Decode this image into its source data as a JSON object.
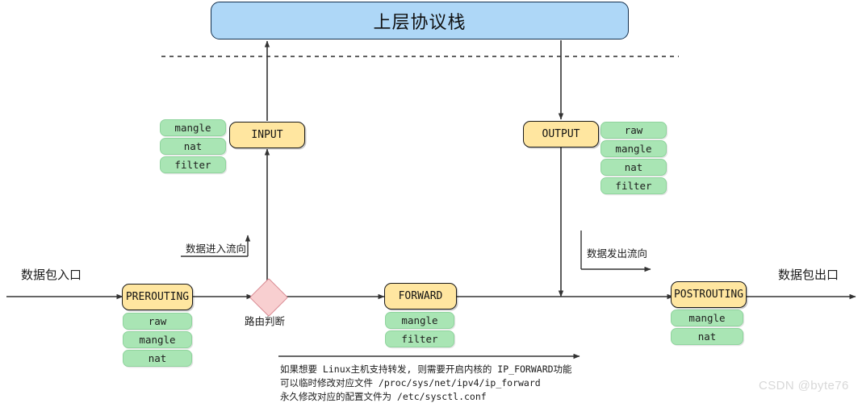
{
  "diagram": {
    "title": "上层协议栈",
    "kernel_boundary": "dashed-separator"
  },
  "labels": {
    "packet_in": "数据包入口",
    "packet_out": "数据包出口",
    "flow_in": "数据进入流向",
    "flow_out": "数据发出流向",
    "routing_decision": "路由判断"
  },
  "chains": {
    "input": {
      "name": "INPUT",
      "tables": [
        "mangle",
        "nat",
        "filter"
      ]
    },
    "output": {
      "name": "OUTPUT",
      "tables": [
        "raw",
        "mangle",
        "nat",
        "filter"
      ]
    },
    "prerouting": {
      "name": "PREROUTING",
      "tables": [
        "raw",
        "mangle",
        "nat"
      ]
    },
    "forward": {
      "name": "FORWARD",
      "tables": [
        "mangle",
        "filter"
      ]
    },
    "postrouting": {
      "name": "POSTROUTING",
      "tables": [
        "mangle",
        "nat"
      ]
    }
  },
  "note": {
    "line1": "如果想要 Linux主机支持转发, 则需要开启内核的 IP_FORWARD功能",
    "line2": "可以临时修改对应文件 /proc/sys/net/ipv4/ip_forward",
    "line3": "永久修改对应的配置文件为 /etc/sysctl.conf"
  },
  "watermark": {
    "text": "CSDN @byte76"
  },
  "colors": {
    "stack_fill": "#aed7f7",
    "chain_fill": "#ffe6a0",
    "table_fill": "#a9e5b4",
    "diamond_fill": "#f8cfd0",
    "line": "#333333"
  }
}
